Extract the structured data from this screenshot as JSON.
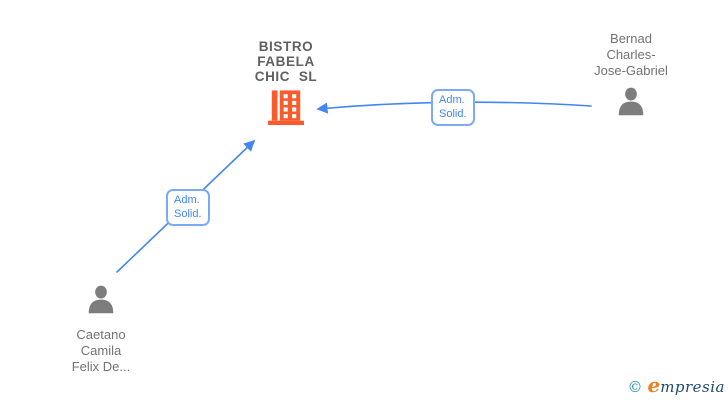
{
  "company": {
    "name_line1": "BISTRO",
    "name_line2": "FABELA",
    "name_line3": "CHIC  SL",
    "icon": "building-icon"
  },
  "persons": {
    "bernad": {
      "name_line1": "Bernad",
      "name_line2": "Charles-",
      "name_line3": "Jose-Gabriel",
      "icon": "person-icon"
    },
    "caetano": {
      "name_line1": "Caetano",
      "name_line2": "Camila",
      "name_line3": "Felix De...",
      "icon": "person-icon"
    }
  },
  "edges": {
    "bernad_to_company": {
      "label_line1": "Adm.",
      "label_line2": "Solid."
    },
    "caetano_to_company": {
      "label_line1": "Adm.",
      "label_line2": "Solid."
    }
  },
  "footer": {
    "copyright_symbol": "©",
    "brand_initial": "e",
    "brand_rest": "mpresia"
  },
  "colors": {
    "edge_blue": "#4285F4",
    "edge_label_border": "#7BAAF7",
    "edge_label_text": "#4285F4",
    "company_name_text": "#606060",
    "person_name_text": "#737373",
    "building_icon": "#F95B2D",
    "person_icon": "#7D7D7D",
    "brand_copyright": "#2391A6",
    "brand_initial": "#EF7F1A",
    "brand_rest": "#1B4A6B",
    "background": "#FFFFFF"
  }
}
